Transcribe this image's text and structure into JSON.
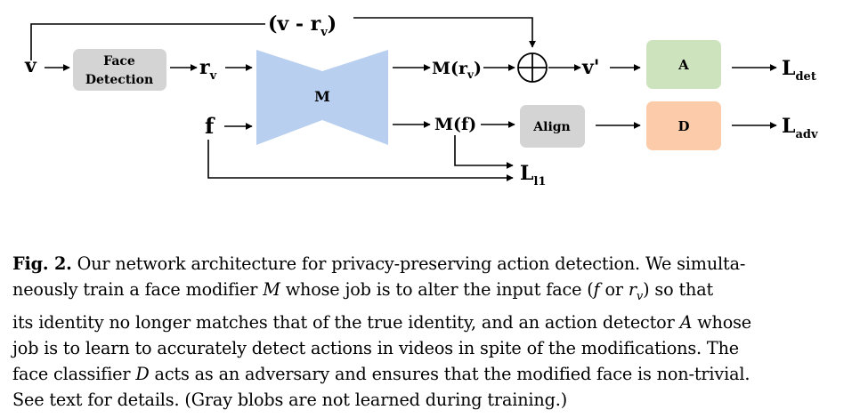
{
  "diagram": {
    "input_v": "v",
    "skip_label_main": "(v - r",
    "skip_label_sub": "v",
    "skip_label_close": ")",
    "face_detection_line1": "Face",
    "face_detection_line2": "Detection",
    "rv_main": "r",
    "rv_sub": "v",
    "modifier_label": "M",
    "input_f": "f",
    "m_rv_main": "M(r",
    "m_rv_sub": "v",
    "m_rv_close": ")",
    "m_f": "M(f)",
    "oplus_symbol": "⊕",
    "v_prime": "v'",
    "align_label": "Align",
    "action_detector_label": "A",
    "adversary_label": "D",
    "l_det_main": "L",
    "l_det_sub": "det",
    "l_adv_main": "L",
    "l_adv_sub": "adv",
    "l_l1_main": "L",
    "l_l1_sub": "l1"
  },
  "colors": {
    "face_detection_fill": "#d4d4d4",
    "align_fill": "#d4d4d4",
    "modifier_fill": "#b8cff0",
    "action_detector_fill": "#cde3bd",
    "adversary_fill": "#fcccaa"
  },
  "caption": {
    "fig_label": "Fig. 2.",
    "line1_rest": " Our network architecture for privacy-preserving action detection. We simulta-",
    "line2_a": "neously train a face modifier ",
    "line2_M": "M",
    "line2_b": " whose job is to alter the input face (",
    "line2_f": "f",
    "line2_or": " or ",
    "line2_r": "r",
    "line2_rsub": "v",
    "line2_c": ") so that",
    "line3_a": "its identity no longer matches that of the true identity, and an action detector ",
    "line3_A": "A",
    "line3_b": " whose",
    "line4": "job is to learn to accurately detect actions in videos in spite of the modifications. The",
    "line5_a": "face classifier ",
    "line5_D": "D",
    "line5_b": " acts as an adversary and ensures that the modified face is non-trivial.",
    "line6": "See text for details. (Gray blobs are not learned during training.)"
  }
}
